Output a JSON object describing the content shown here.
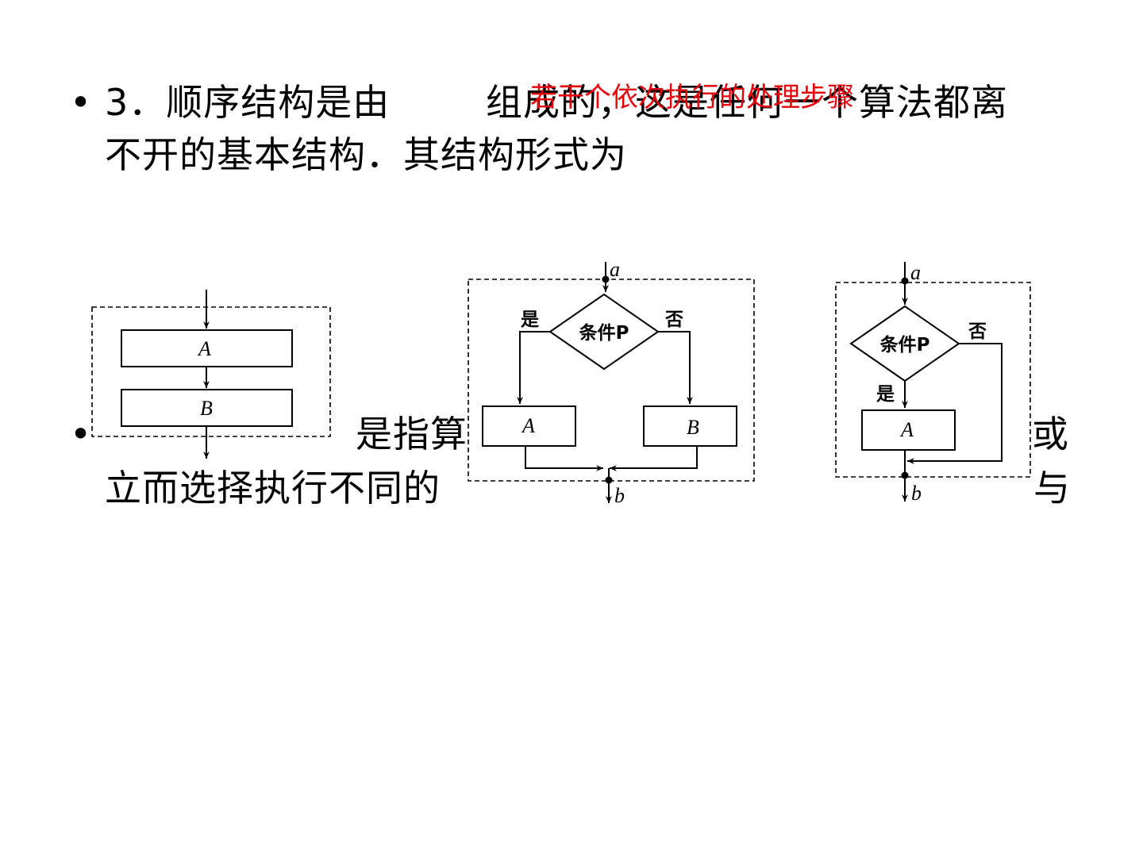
{
  "slide": {
    "bullet_glyph": "•",
    "p3_line1_left": "3．顺序结构是由",
    "p3_line1_right": "组成的，这是任何一个算法都离",
    "p3_line2": "不开的基本结构．其结构形式为",
    "p3_overlay_red": "若干个依次执行的处理步骤",
    "p4_line1_mid": "是指算",
    "p4_line1_end": "或",
    "p4_line2_left": "立而选择执行不同的",
    "p4_line2_end": "与"
  },
  "diagrams": {
    "sequence": {
      "box_a": "A",
      "box_b": "B"
    },
    "selection_two_branch": {
      "entry": "a",
      "exit": "b",
      "condition": "条件P",
      "yes": "是",
      "no": "否",
      "box_a": "A",
      "box_b": "B"
    },
    "selection_one_branch": {
      "entry": "a",
      "exit": "b",
      "condition": "条件P",
      "yes": "是",
      "no": "否",
      "box_a": "A"
    }
  }
}
